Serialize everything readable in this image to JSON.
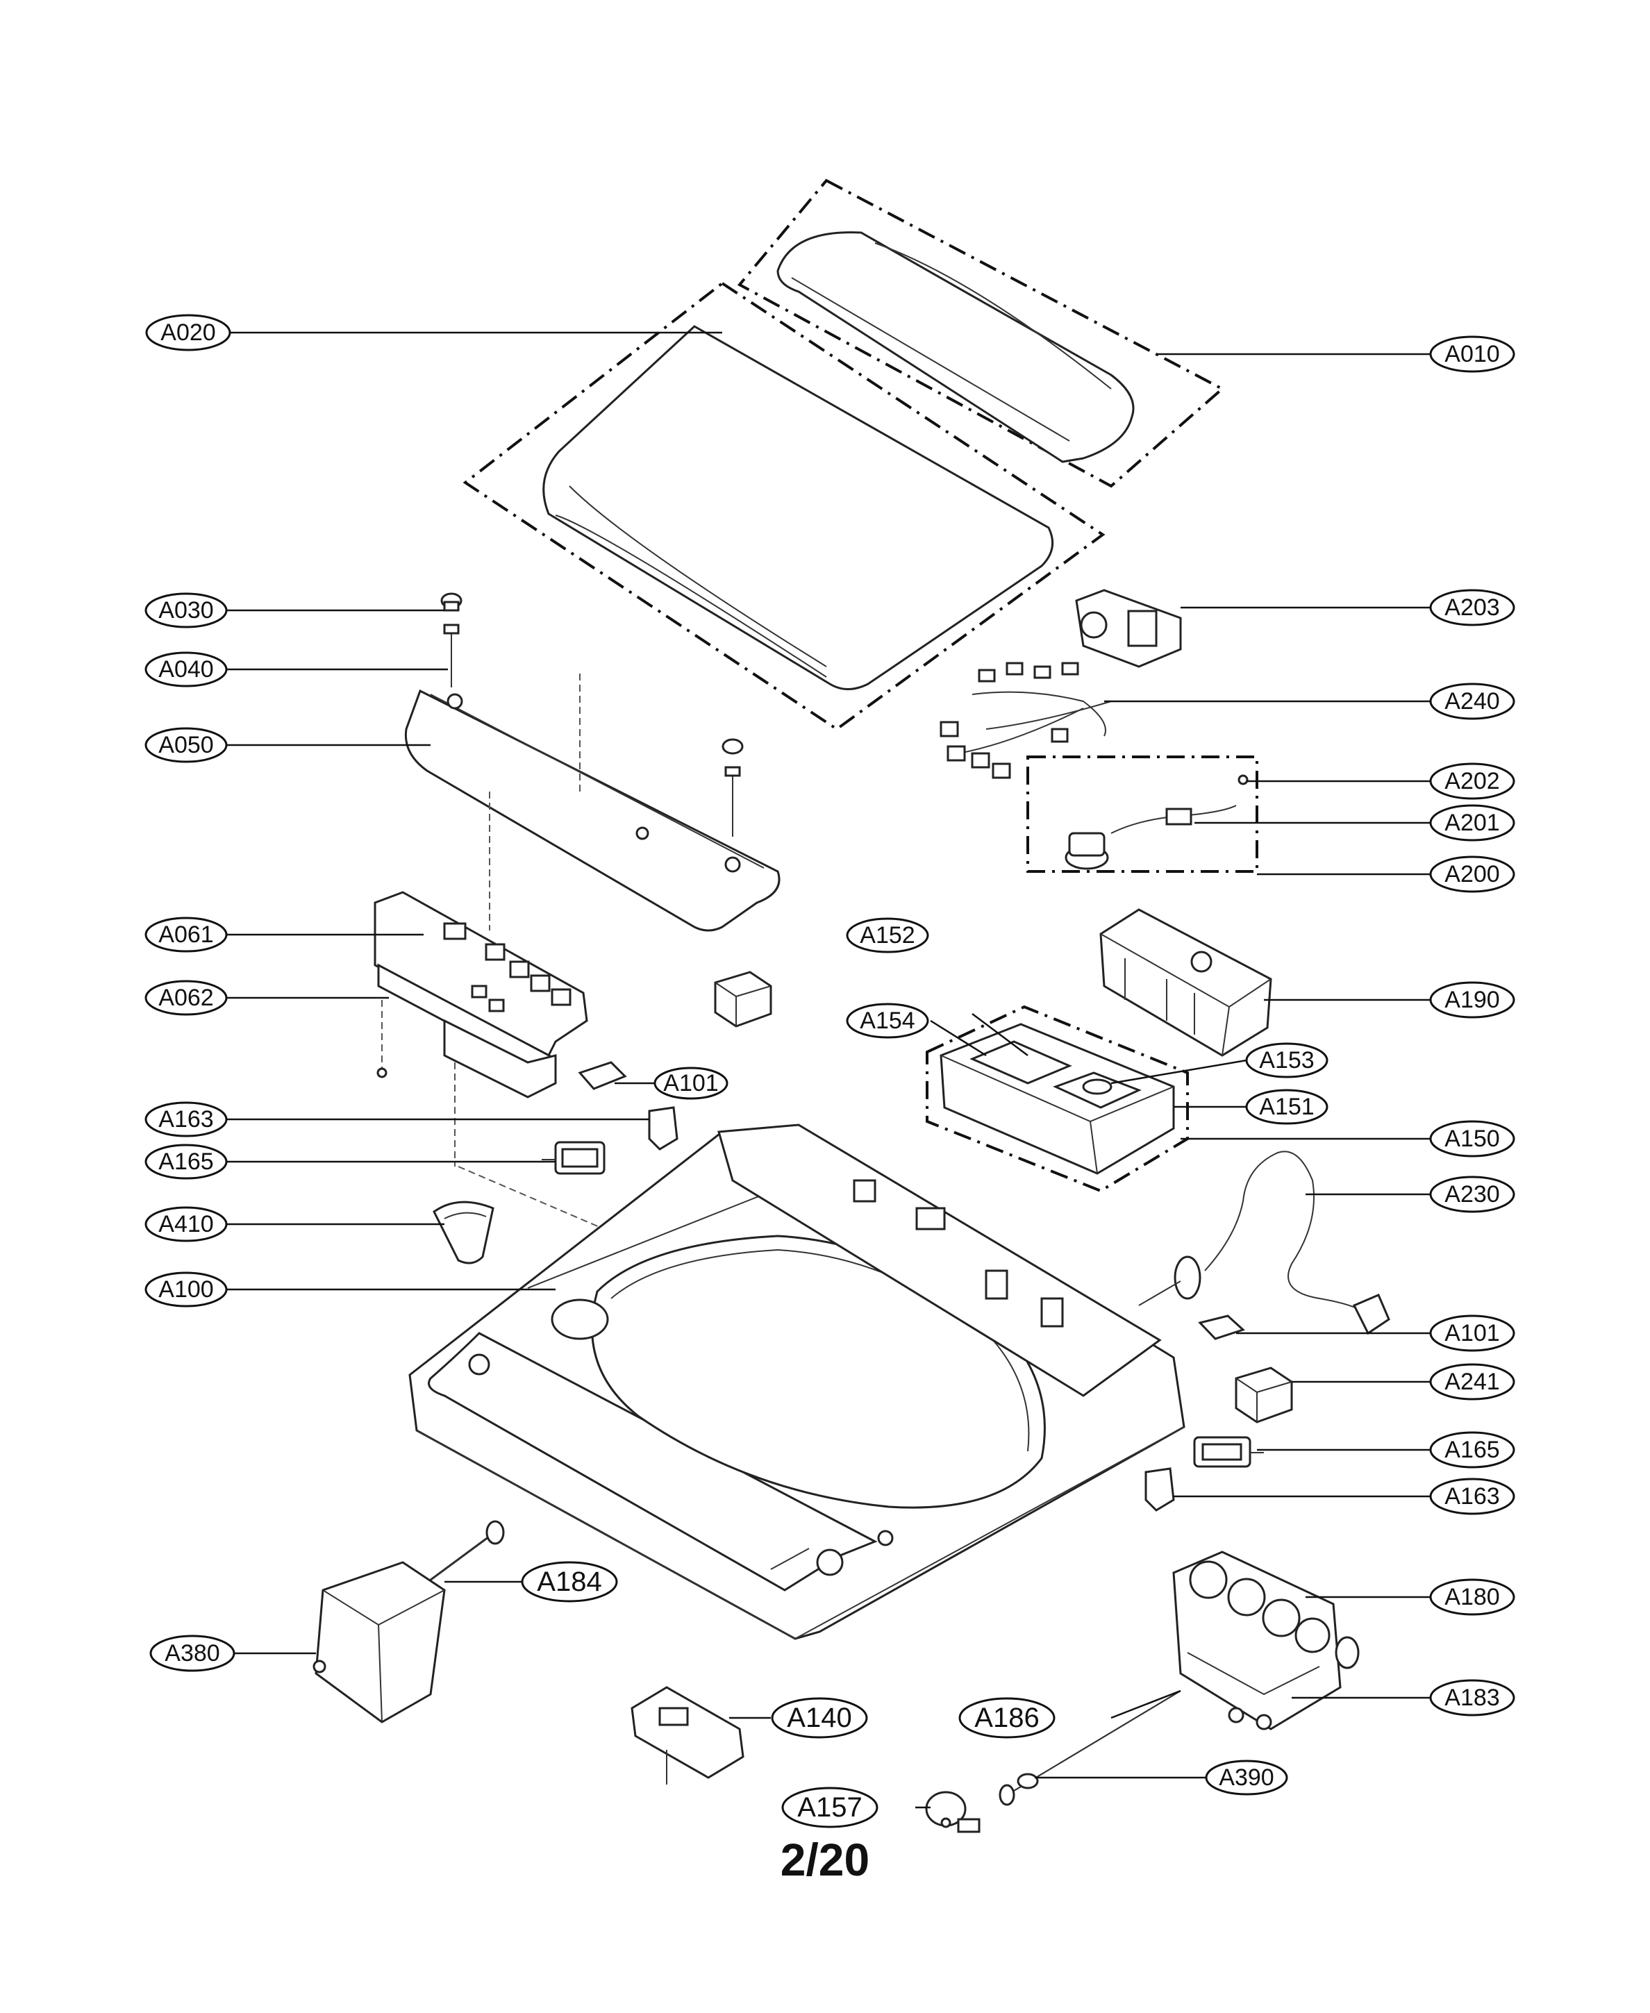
{
  "diagram": {
    "page_number": "2/20",
    "callouts": [
      {
        "id": "A010",
        "label": "A010"
      },
      {
        "id": "A020",
        "label": "A020"
      },
      {
        "id": "A030",
        "label": "A030"
      },
      {
        "id": "A040",
        "label": "A040"
      },
      {
        "id": "A050",
        "label": "A050"
      },
      {
        "id": "A061",
        "label": "A061"
      },
      {
        "id": "A062",
        "label": "A062"
      },
      {
        "id": "A101a",
        "label": "A101"
      },
      {
        "id": "A163a",
        "label": "A163"
      },
      {
        "id": "A165a",
        "label": "A165"
      },
      {
        "id": "A410",
        "label": "A410"
      },
      {
        "id": "A100",
        "label": "A100"
      },
      {
        "id": "A184",
        "label": "A184"
      },
      {
        "id": "A380",
        "label": "A380"
      },
      {
        "id": "A140",
        "label": "A140"
      },
      {
        "id": "A157",
        "label": "A157"
      },
      {
        "id": "A186",
        "label": "A186"
      },
      {
        "id": "A390",
        "label": "A390"
      },
      {
        "id": "A203",
        "label": "A203"
      },
      {
        "id": "A240",
        "label": "A240"
      },
      {
        "id": "A202",
        "label": "A202"
      },
      {
        "id": "A201",
        "label": "A201"
      },
      {
        "id": "A200",
        "label": "A200"
      },
      {
        "id": "A190",
        "label": "A190"
      },
      {
        "id": "A152",
        "label": "A152"
      },
      {
        "id": "A154",
        "label": "A154"
      },
      {
        "id": "A153",
        "label": "A153"
      },
      {
        "id": "A151",
        "label": "A151"
      },
      {
        "id": "A150",
        "label": "A150"
      },
      {
        "id": "A230",
        "label": "A230"
      },
      {
        "id": "A101b",
        "label": "A101"
      },
      {
        "id": "A241",
        "label": "A241"
      },
      {
        "id": "A165b",
        "label": "A165"
      },
      {
        "id": "A163b",
        "label": "A163"
      },
      {
        "id": "A180",
        "label": "A180"
      },
      {
        "id": "A183",
        "label": "A183"
      }
    ]
  }
}
